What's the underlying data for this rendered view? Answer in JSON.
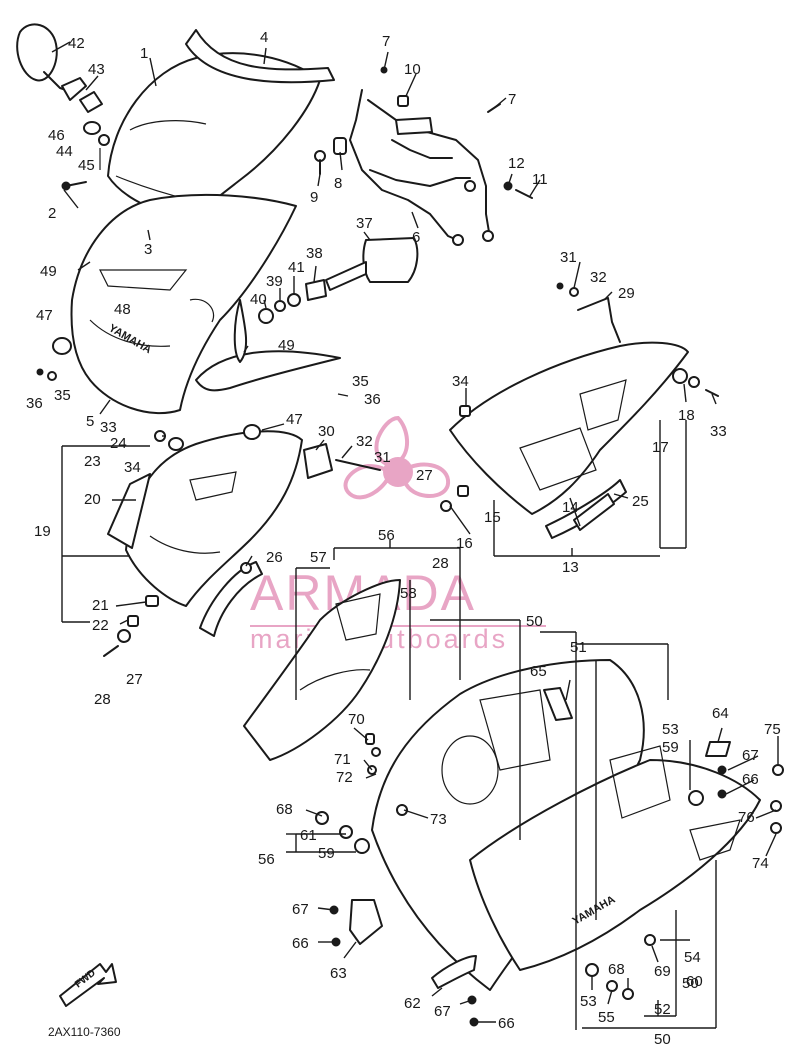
{
  "diagram_code": "2AX110-7360",
  "fwd_label": "FWD",
  "brand_lettering": "YAMAHA",
  "watermark": {
    "name": "ARMADA",
    "tagline": "marine outboards",
    "color": "#e8a5c5",
    "logo_color": "#e8a5c5"
  },
  "line_color": "#1a1a1a",
  "callouts": [
    {
      "id": "c1",
      "label": "1"
    },
    {
      "id": "c2",
      "label": "2"
    },
    {
      "id": "c3",
      "label": "3"
    },
    {
      "id": "c4",
      "label": "4"
    },
    {
      "id": "c5",
      "label": "5"
    },
    {
      "id": "c6",
      "label": "6"
    },
    {
      "id": "c7a",
      "label": "7"
    },
    {
      "id": "c7b",
      "label": "7"
    },
    {
      "id": "c8",
      "label": "8"
    },
    {
      "id": "c9",
      "label": "9"
    },
    {
      "id": "c10",
      "label": "10"
    },
    {
      "id": "c11",
      "label": "11"
    },
    {
      "id": "c12",
      "label": "12"
    },
    {
      "id": "c13",
      "label": "13"
    },
    {
      "id": "c14",
      "label": "14"
    },
    {
      "id": "c15",
      "label": "15"
    },
    {
      "id": "c16",
      "label": "16"
    },
    {
      "id": "c17",
      "label": "17"
    },
    {
      "id": "c18",
      "label": "18"
    },
    {
      "id": "c19",
      "label": "19"
    },
    {
      "id": "c20",
      "label": "20"
    },
    {
      "id": "c21",
      "label": "21"
    },
    {
      "id": "c22",
      "label": "22"
    },
    {
      "id": "c23",
      "label": "23"
    },
    {
      "id": "c24",
      "label": "24"
    },
    {
      "id": "c25",
      "label": "25"
    },
    {
      "id": "c26",
      "label": "26"
    },
    {
      "id": "c27a",
      "label": "27"
    },
    {
      "id": "c27b",
      "label": "27"
    },
    {
      "id": "c28a",
      "label": "28"
    },
    {
      "id": "c28b",
      "label": "28"
    },
    {
      "id": "c29",
      "label": "29"
    },
    {
      "id": "c30",
      "label": "30"
    },
    {
      "id": "c31a",
      "label": "31"
    },
    {
      "id": "c31b",
      "label": "31"
    },
    {
      "id": "c32a",
      "label": "32"
    },
    {
      "id": "c32b",
      "label": "32"
    },
    {
      "id": "c33a",
      "label": "33"
    },
    {
      "id": "c33b",
      "label": "33"
    },
    {
      "id": "c34a",
      "label": "34"
    },
    {
      "id": "c34b",
      "label": "34"
    },
    {
      "id": "c35a",
      "label": "35"
    },
    {
      "id": "c35b",
      "label": "35"
    },
    {
      "id": "c36a",
      "label": "36"
    },
    {
      "id": "c36b",
      "label": "36"
    },
    {
      "id": "c37",
      "label": "37"
    },
    {
      "id": "c38",
      "label": "38"
    },
    {
      "id": "c39",
      "label": "39"
    },
    {
      "id": "c40",
      "label": "40"
    },
    {
      "id": "c41",
      "label": "41"
    },
    {
      "id": "c42",
      "label": "42"
    },
    {
      "id": "c43",
      "label": "43"
    },
    {
      "id": "c44",
      "label": "44"
    },
    {
      "id": "c45",
      "label": "45"
    },
    {
      "id": "c46",
      "label": "46"
    },
    {
      "id": "c47a",
      "label": "47"
    },
    {
      "id": "c47b",
      "label": "47"
    },
    {
      "id": "c48",
      "label": "48"
    },
    {
      "id": "c49a",
      "label": "49"
    },
    {
      "id": "c49b",
      "label": "49"
    },
    {
      "id": "c50a",
      "label": "50"
    },
    {
      "id": "c50b",
      "label": "50"
    },
    {
      "id": "c50c",
      "label": "50"
    },
    {
      "id": "c51",
      "label": "51"
    },
    {
      "id": "c52",
      "label": "52"
    },
    {
      "id": "c53a",
      "label": "53"
    },
    {
      "id": "c53b",
      "label": "53"
    },
    {
      "id": "c54",
      "label": "54"
    },
    {
      "id": "c55",
      "label": "55"
    },
    {
      "id": "c56a",
      "label": "56"
    },
    {
      "id": "c56b",
      "label": "56"
    },
    {
      "id": "c57",
      "label": "57"
    },
    {
      "id": "c58",
      "label": "58"
    },
    {
      "id": "c59a",
      "label": "59"
    },
    {
      "id": "c59b",
      "label": "59"
    },
    {
      "id": "c60",
      "label": "60"
    },
    {
      "id": "c61",
      "label": "61"
    },
    {
      "id": "c62",
      "label": "62"
    },
    {
      "id": "c63",
      "label": "63"
    },
    {
      "id": "c64",
      "label": "64"
    },
    {
      "id": "c65",
      "label": "65"
    },
    {
      "id": "c66a",
      "label": "66"
    },
    {
      "id": "c66b",
      "label": "66"
    },
    {
      "id": "c66c",
      "label": "66"
    },
    {
      "id": "c67a",
      "label": "67"
    },
    {
      "id": "c67b",
      "label": "67"
    },
    {
      "id": "c67c",
      "label": "67"
    },
    {
      "id": "c68a",
      "label": "68"
    },
    {
      "id": "c68b",
      "label": "68"
    },
    {
      "id": "c69",
      "label": "69"
    },
    {
      "id": "c70",
      "label": "70"
    },
    {
      "id": "c71",
      "label": "71"
    },
    {
      "id": "c72",
      "label": "72"
    },
    {
      "id": "c73",
      "label": "73"
    },
    {
      "id": "c74",
      "label": "74"
    },
    {
      "id": "c75",
      "label": "75"
    },
    {
      "id": "c76",
      "label": "76"
    }
  ]
}
